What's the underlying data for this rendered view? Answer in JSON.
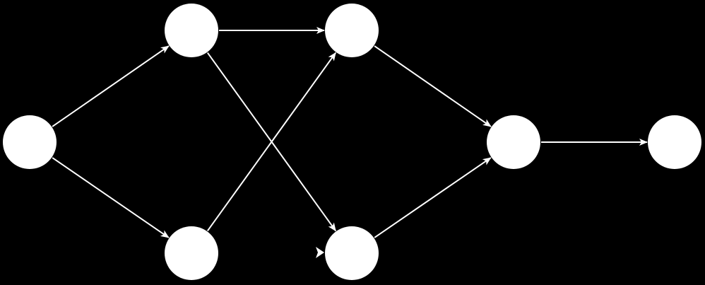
{
  "diagram": {
    "type": "directed-graph",
    "background_color": "#000000",
    "node_color": "#ffffff",
    "edge_color": "#ffffff",
    "nodes": [
      {
        "id": "n1"
      },
      {
        "id": "n2"
      },
      {
        "id": "n3"
      },
      {
        "id": "n4"
      },
      {
        "id": "n5"
      },
      {
        "id": "n6"
      },
      {
        "id": "n7"
      }
    ],
    "edges": [
      {
        "from": "n1",
        "to": "n2"
      },
      {
        "from": "n1",
        "to": "n3"
      },
      {
        "from": "n2",
        "to": "n4"
      },
      {
        "from": "n2",
        "to": "n5"
      },
      {
        "from": "n3",
        "to": "n4"
      },
      {
        "from": "n4",
        "to": "n6"
      },
      {
        "from": "n5",
        "to": "n6"
      },
      {
        "from": "n6",
        "to": "n7"
      }
    ]
  }
}
